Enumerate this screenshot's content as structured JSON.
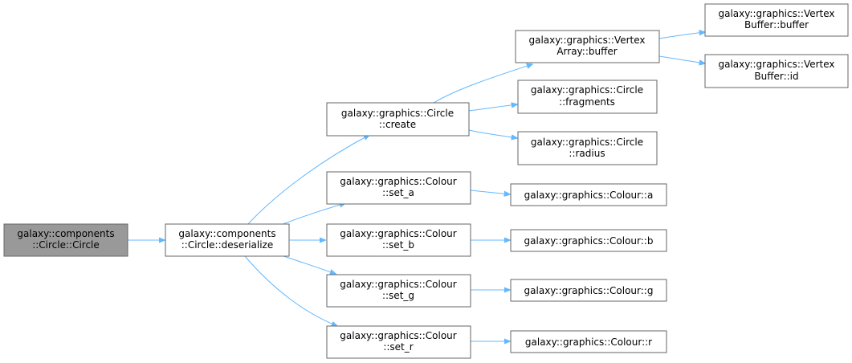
{
  "nodes": {
    "circle_ctor": {
      "line1": "galaxy::components",
      "line2": "::Circle::Circle"
    },
    "deserialize": {
      "line1": "galaxy::components",
      "line2": "::Circle::deserialize"
    },
    "circle_create": {
      "line1": "galaxy::graphics::Circle",
      "line2": "::create"
    },
    "colour_set_a": {
      "line1": "galaxy::graphics::Colour",
      "line2": "::set_a"
    },
    "colour_set_b": {
      "line1": "galaxy::graphics::Colour",
      "line2": "::set_b"
    },
    "colour_set_g": {
      "line1": "galaxy::graphics::Colour",
      "line2": "::set_g"
    },
    "colour_set_r": {
      "line1": "galaxy::graphics::Colour",
      "line2": "::set_r"
    },
    "vertexarray_buffer": {
      "line1": "galaxy::graphics::Vertex",
      "line2": "Array::buffer"
    },
    "circle_fragments": {
      "line1": "galaxy::graphics::Circle",
      "line2": "::fragments"
    },
    "circle_radius": {
      "line1": "galaxy::graphics::Circle",
      "line2": "::radius"
    },
    "vertexbuffer_buffer": {
      "line1": "galaxy::graphics::Vertex",
      "line2": "Buffer::buffer"
    },
    "vertexbuffer_id": {
      "line1": "galaxy::graphics::Vertex",
      "line2": "Buffer::id"
    },
    "colour_a": {
      "line1": "galaxy::graphics::Colour::a"
    },
    "colour_b": {
      "line1": "galaxy::graphics::Colour::b"
    },
    "colour_g": {
      "line1": "galaxy::graphics::Colour::g"
    },
    "colour_r": {
      "line1": "galaxy::graphics::Colour::r"
    }
  },
  "edges": [
    {
      "from": "circle_ctor",
      "to": "deserialize"
    },
    {
      "from": "deserialize",
      "to": "circle_create"
    },
    {
      "from": "deserialize",
      "to": "colour_set_a"
    },
    {
      "from": "deserialize",
      "to": "colour_set_b"
    },
    {
      "from": "deserialize",
      "to": "colour_set_g"
    },
    {
      "from": "deserialize",
      "to": "colour_set_r"
    },
    {
      "from": "circle_create",
      "to": "vertexarray_buffer"
    },
    {
      "from": "circle_create",
      "to": "circle_fragments"
    },
    {
      "from": "circle_create",
      "to": "circle_radius"
    },
    {
      "from": "vertexarray_buffer",
      "to": "vertexbuffer_buffer"
    },
    {
      "from": "vertexarray_buffer",
      "to": "vertexbuffer_id"
    },
    {
      "from": "colour_set_a",
      "to": "colour_a"
    },
    {
      "from": "colour_set_b",
      "to": "colour_b"
    },
    {
      "from": "colour_set_g",
      "to": "colour_g"
    },
    {
      "from": "colour_set_r",
      "to": "colour_r"
    }
  ],
  "colors": {
    "edge": "#63b8ff",
    "node_border": "#666666",
    "root_fill": "#999999"
  }
}
